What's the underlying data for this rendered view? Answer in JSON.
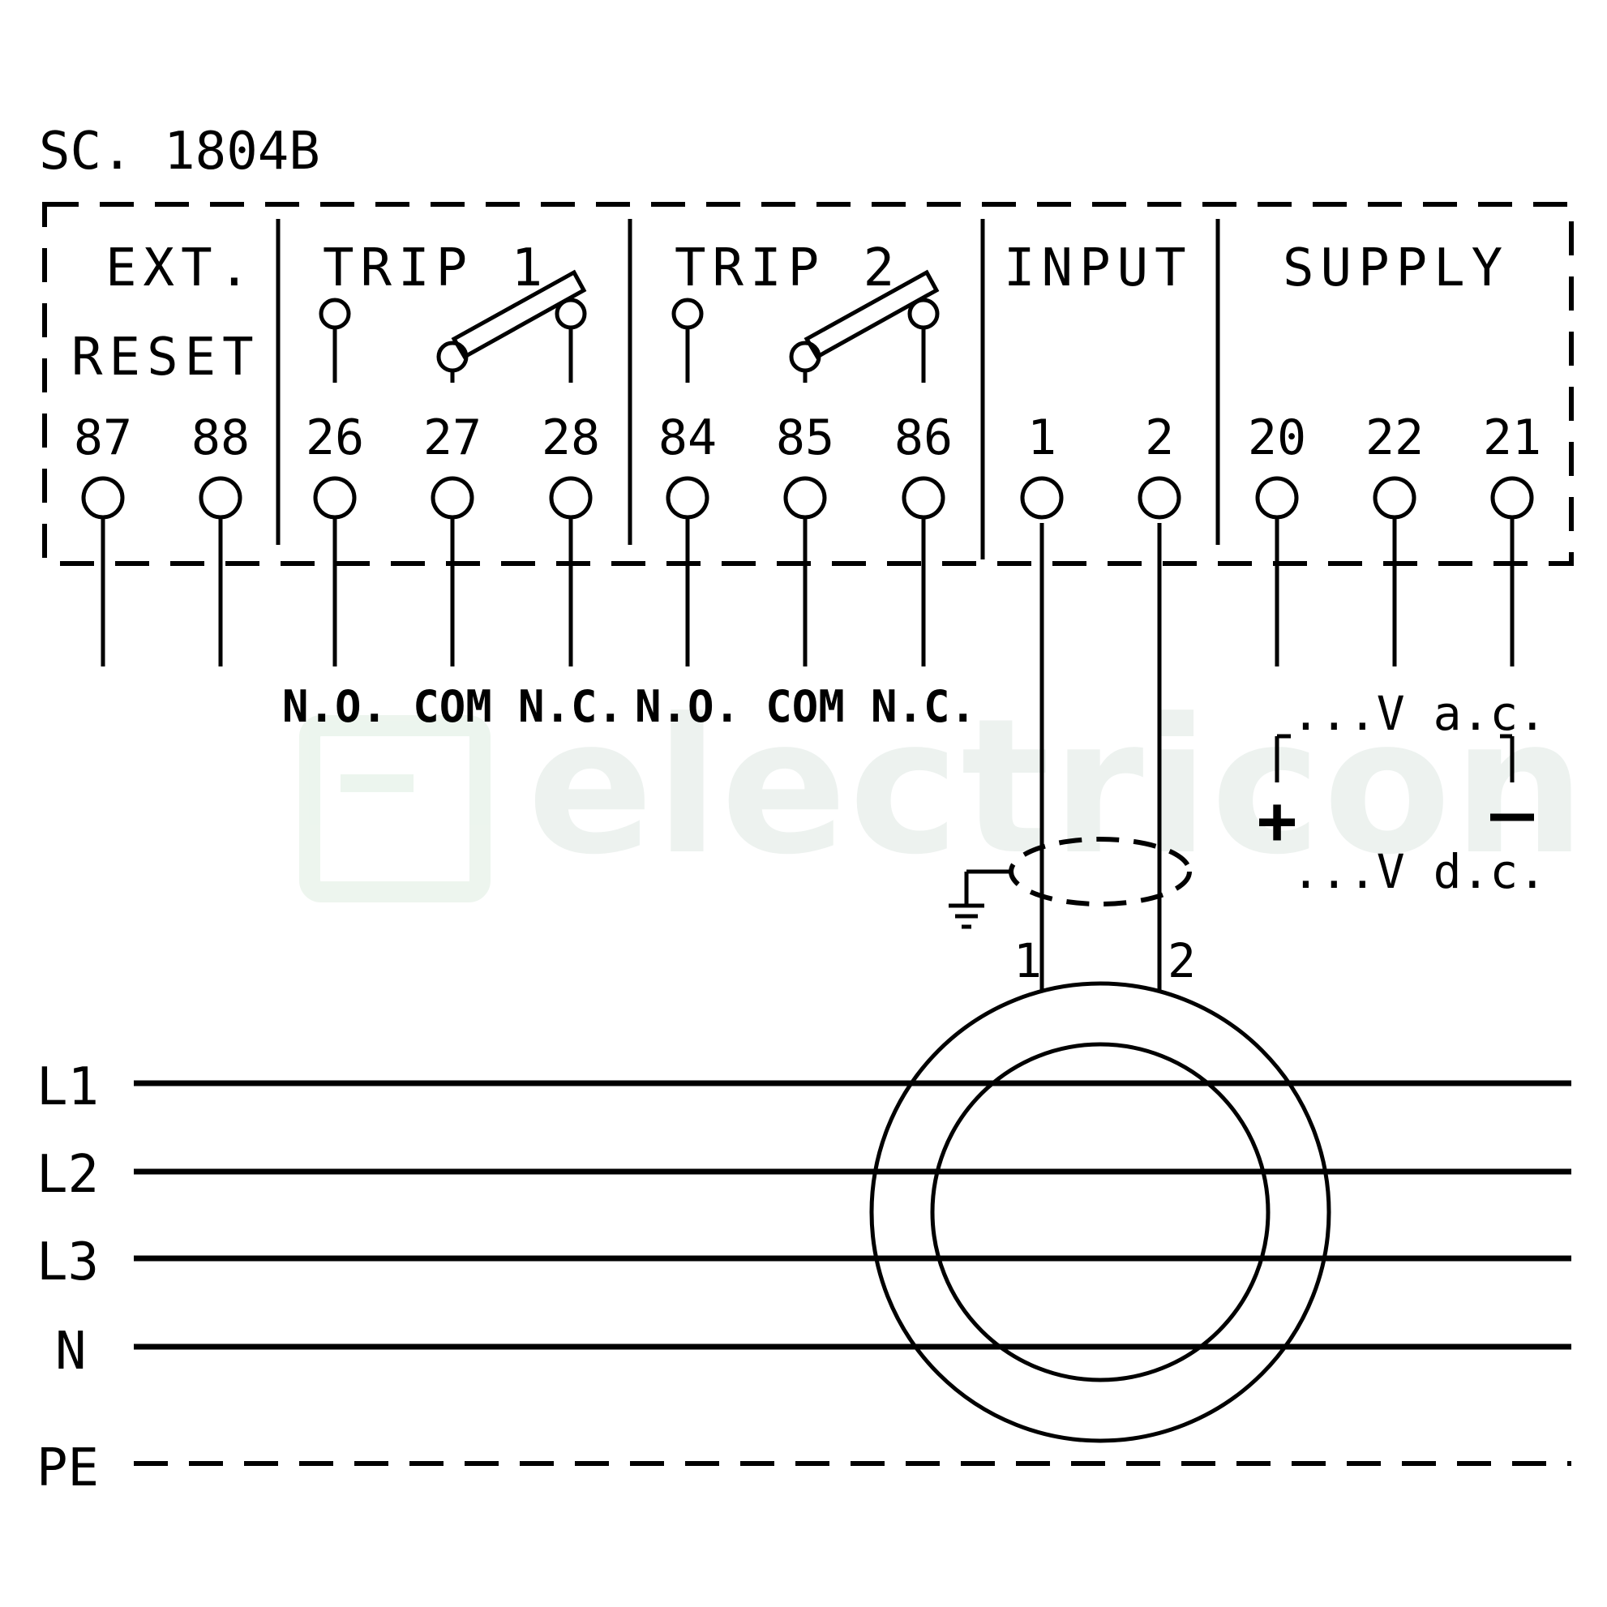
{
  "model": "SC. 1804B",
  "watermark": "electricon",
  "sections": {
    "ext_reset": [
      "EXT.",
      "RESET"
    ],
    "trip1": "TRIP 1",
    "trip2": "TRIP 2",
    "input": "INPUT",
    "supply": "SUPPLY"
  },
  "terminals": [
    "87",
    "88",
    "26",
    "27",
    "28",
    "84",
    "85",
    "86",
    "1",
    "2",
    "20",
    "22",
    "21"
  ],
  "contact_labels": [
    "N.O.",
    "COM",
    "N.C.",
    "N.O.",
    "COM",
    "N.C."
  ],
  "supply": {
    "ac": "...V a.c.",
    "dc": "...V d.c.",
    "plus": "+",
    "minus": "—"
  },
  "toroid_wires": [
    "1",
    "2"
  ],
  "conductors": [
    "L1",
    "L2",
    "L3",
    "N",
    "PE"
  ],
  "colors": {
    "ink": "#000000",
    "watermark": "#e9efec"
  }
}
